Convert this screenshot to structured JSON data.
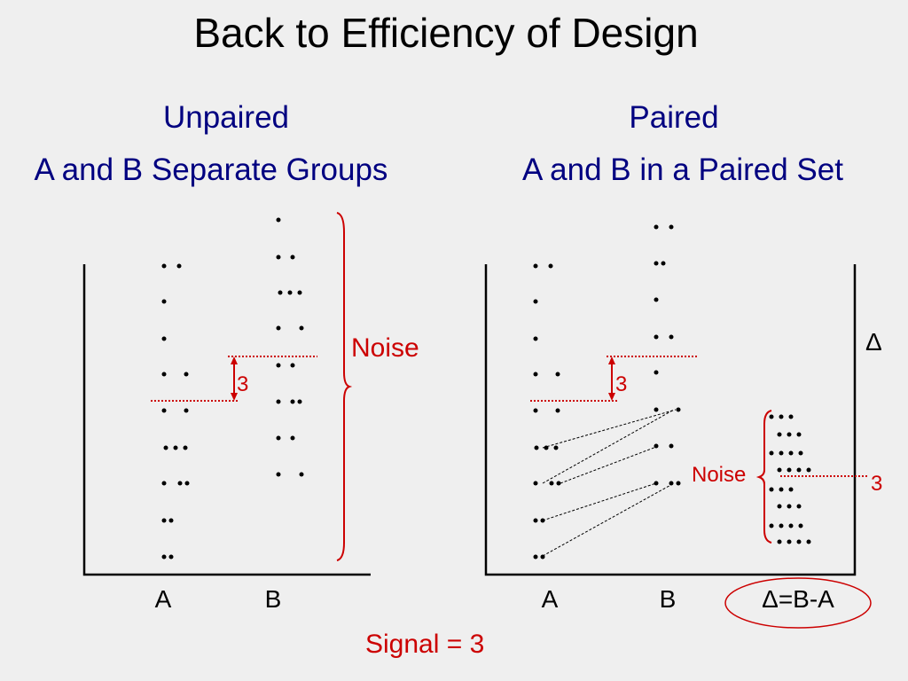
{
  "title": "Back to Efficiency of Design",
  "left": {
    "heading": "Unpaired",
    "subheading": "A and B Separate Groups",
    "x_labels": [
      "A",
      "B"
    ],
    "gap_label": "3",
    "noise_label": "Noise"
  },
  "right": {
    "heading": "Paired",
    "subheading": "A and B in a Paired Set",
    "x_labels": [
      "A",
      "B",
      "Δ=B-A"
    ],
    "gap_label": "3",
    "delta_axis_label": "Δ",
    "delta_value_label": "3",
    "noise_label": "Noise"
  },
  "signal_label": "Signal = 3",
  "colors": {
    "heading": "#000080",
    "annotation": "#cc0000",
    "ink": "#000000"
  }
}
